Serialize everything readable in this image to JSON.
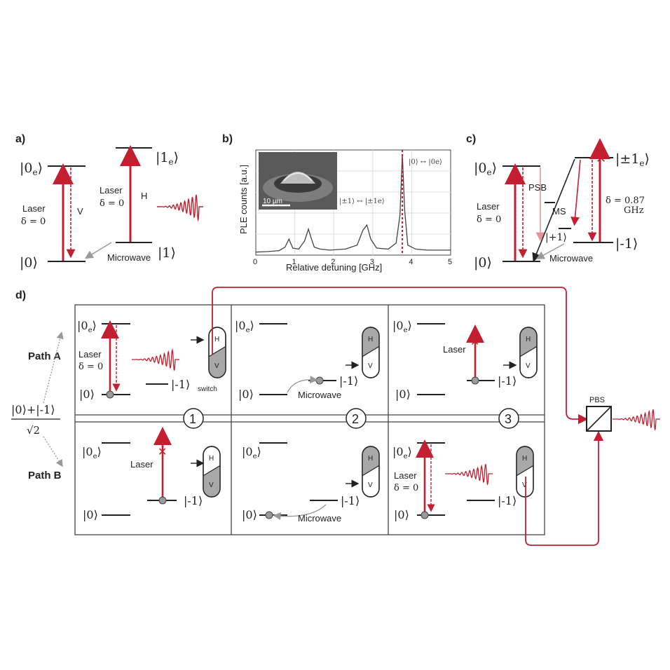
{
  "panel_a": {
    "label": "a)",
    "ground": "|0⟩",
    "excited0": "|0",
    "excited1_state": "|1",
    "one_state": "|1⟩",
    "sub_e": "e",
    "laser1": "Laser",
    "delta1": "δ = 0",
    "pol_v": "V",
    "laser2": "Laser",
    "delta2": "δ = 0",
    "pol_h": "H",
    "microwave": "Microwave"
  },
  "panel_b": {
    "label": "b)",
    "ylabel": "PLE counts [a.u.]",
    "xlabel": "Relative detuning [GHz]",
    "xticks": [
      "0",
      "1",
      "2",
      "3",
      "4",
      "5"
    ],
    "scalebar": "10 µm",
    "annot_pm": "|±1⟩ ↔ |±1e⟩",
    "annot_0": "|0⟩ ↔ |0e⟩"
  },
  "chart_data": {
    "type": "line",
    "title": "",
    "xlabel": "Relative detuning [GHz]",
    "ylabel": "PLE counts [a.u.]",
    "xlim": [
      0,
      5
    ],
    "grid": true,
    "series": [
      {
        "x": [
          0,
          0.3,
          0.6,
          0.75,
          0.85,
          0.95,
          1.1,
          1.25,
          1.35,
          1.42,
          1.5,
          1.65,
          1.9,
          2.3,
          2.6,
          2.75,
          2.85,
          2.95,
          3.1,
          3.4,
          3.6,
          3.7,
          3.76,
          3.82,
          3.9,
          4.1,
          4.4,
          4.7,
          5.0
        ],
        "y": [
          0.03,
          0.035,
          0.045,
          0.08,
          0.16,
          0.07,
          0.06,
          0.14,
          0.26,
          0.17,
          0.08,
          0.06,
          0.05,
          0.06,
          0.1,
          0.25,
          0.3,
          0.16,
          0.07,
          0.06,
          0.12,
          0.4,
          1.0,
          0.45,
          0.1,
          0.06,
          0.05,
          0.05,
          0.05
        ]
      }
    ],
    "markers": [
      {
        "x": 3.76,
        "style": "dashed-red"
      }
    ]
  },
  "panel_c": {
    "label": "c)",
    "excited0": "|0",
    "sub_e": "e",
    "pm1e": "|±1",
    "laser": "Laser",
    "delta": "δ = 0",
    "psb": "PSB",
    "ms": "MS",
    "plus1": "|+1⟩",
    "minus1": "|-1⟩",
    "ground": "|0⟩",
    "delta087": "δ = 0.87",
    "ghz": "GHz",
    "microwave": "Microwave"
  },
  "panel_d": {
    "label": "d)",
    "path_a": "Path A",
    "path_b": "Path B",
    "state_num": "|0⟩+|-1⟩",
    "state_den": "√2",
    "steps": [
      "1",
      "2",
      "3"
    ],
    "ground": "|0⟩",
    "excited0": "|0",
    "sub_e": "e",
    "minus1": "|-1⟩",
    "laser": "Laser",
    "delta": "δ = 0",
    "switch": "switch",
    "microwave": "Microwave",
    "pol_h": "H",
    "pol_v": "V",
    "pbs": "PBS"
  },
  "colors": {
    "red": "#c21f30",
    "pink": "#e8909a",
    "grey": "#9a9a9a",
    "dark": "#222222"
  }
}
